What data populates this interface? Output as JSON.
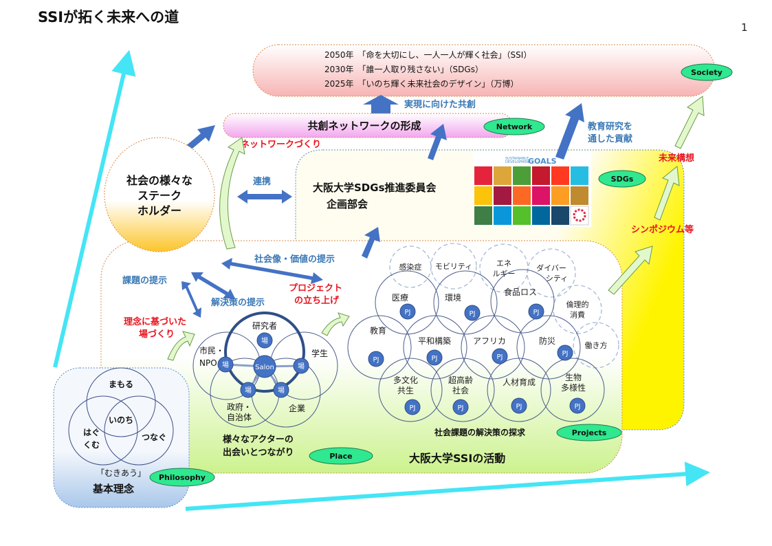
{
  "title": "SSIが拓く未来への道",
  "page_number": "1",
  "society": {
    "lines": [
      "2050年　「命を大切にし、一人一人が輝く社会」（SSI）",
      "2030年　「誰一人取り残さない」（SDGs）",
      "2025年　「いのち輝く未来社会のデザイン」（万博）"
    ],
    "badge": "Society"
  },
  "cocreation_label": "実現に向けた共創",
  "network": {
    "title": "共創ネットワークの形成",
    "badge": "Network",
    "making": "ネットワークづくり"
  },
  "stakeholders": [
    "社会の様々な",
    "ステーク",
    "ホルダー"
  ],
  "renkei": "連携",
  "sdgs": {
    "committee": [
      "大阪大学SDGs推進委員会",
      "企画部会"
    ],
    "badge": "SDGs",
    "logo_text": [
      "SUSTAINABLE",
      "DEVELOPMENT",
      "GOALS"
    ],
    "goal_colors": [
      "#e5243b",
      "#dda63a",
      "#4c9f38",
      "#c5192d",
      "#ff3a21",
      "#26bde2",
      "#fcc30b",
      "#a21942",
      "#fd6925",
      "#dd1367",
      "#fd9d24",
      "#bf8b2e",
      "#3f7e44",
      "#0a97d9",
      "#56c02b",
      "#00689d",
      "#19486a",
      "#ffffff"
    ]
  },
  "education_contribution": [
    "教育研究を",
    "通した貢献"
  ],
  "future_vision": "未来構想",
  "symposium": "シンポジウム等",
  "arrows_text": {
    "society_value": "社会像・価値の提示",
    "issue": "課題の提示",
    "solution": "解決策の提示",
    "project_launch": [
      "プロジェクト",
      "の立ち上げ"
    ],
    "place_making": [
      "理念に基づいた",
      "場づくり"
    ]
  },
  "place": {
    "researcher": "研究者",
    "citizen": [
      "市民・",
      "NPO"
    ],
    "student": "学生",
    "government": [
      "政府・",
      "自治体"
    ],
    "company": "企業",
    "salon": "Salon",
    "ba": "場",
    "caption": [
      "様々なアクターの",
      "出会いとつながり"
    ],
    "badge": "Place"
  },
  "projects": {
    "items": [
      [
        "医療"
      ],
      [
        "環境"
      ],
      [
        "食品ロス"
      ],
      [
        "教育"
      ],
      [
        "平和構築"
      ],
      [
        "アフリカ"
      ],
      [
        "防災"
      ],
      [
        "多文化",
        "共生"
      ],
      [
        "超高齢",
        "社会"
      ],
      [
        "人材育成"
      ],
      [
        "生物",
        "多様性"
      ]
    ],
    "pj": "PJ",
    "future_items": [
      [
        "感染症"
      ],
      [
        "モビリティ"
      ],
      [
        "エネ",
        "ルギー"
      ],
      [
        "ダイバー",
        "シティ"
      ],
      [
        "倫理的",
        "消費"
      ],
      [
        "働き方"
      ]
    ],
    "caption": "社会課題の解決策の探求",
    "badge": "Projects"
  },
  "activity_title": "大阪大学SSIの活動",
  "philosophy": {
    "protect": "まもる",
    "life": "いのち",
    "nurture": [
      "はぐ",
      "くむ"
    ],
    "connect": "つなぐ",
    "face": "「むきあう」",
    "title": "基本理念",
    "badge": "Philosophy"
  },
  "colors": {
    "accent_blue": "#3b78b5",
    "accent_red": "#e8141e",
    "badge_green": "#2fe88f",
    "timeline_cyan": "#44e5f5"
  }
}
